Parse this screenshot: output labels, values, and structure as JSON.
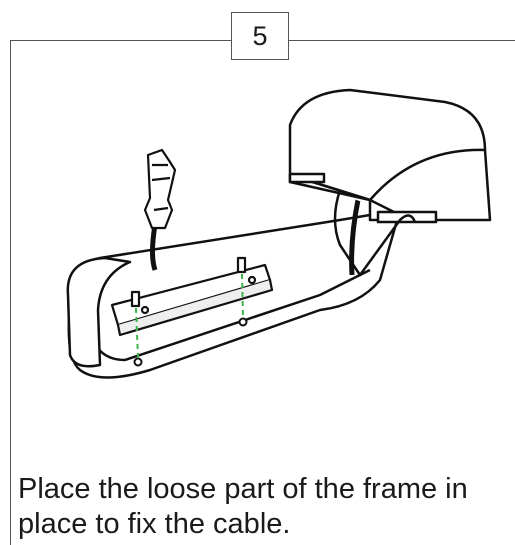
{
  "step": {
    "number": "5"
  },
  "caption": {
    "text": "Place the loose part of the frame in place to fix the cable."
  },
  "illustration": {
    "subject": "cable-frame-assembly",
    "guide_color": "#3cb44b"
  }
}
